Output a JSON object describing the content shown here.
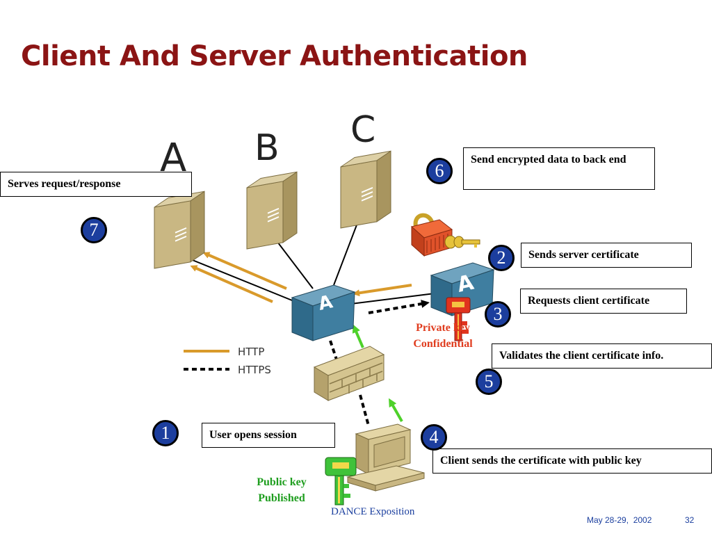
{
  "slide": {
    "title": "Client And Server Authentication",
    "footer_center": "DANCE Exposition",
    "footer_date": "May 28-29,  2002",
    "footer_page": "32"
  },
  "servers": {
    "a_label": "A",
    "b_label": "B",
    "c_label": "C"
  },
  "legend": {
    "http_label": "HTTP",
    "https_label": "HTTPS"
  },
  "keys": {
    "private_line1": "Private key",
    "private_line2": "Confidential",
    "public_line1": "Public key",
    "public_line2": "Published"
  },
  "steps": [
    {
      "number": "1",
      "text": "User opens session"
    },
    {
      "number": "2",
      "text": "Sends server certificate"
    },
    {
      "number": "3",
      "text": "Requests client certificate"
    },
    {
      "number": "4",
      "text": "Client sends the certificate with public key"
    },
    {
      "number": "5",
      "text": "Validates the client certificate info."
    },
    {
      "number": "6",
      "text": "Send encrypted data to back end"
    },
    {
      "number": "7",
      "text": "Serves request/response"
    }
  ],
  "colors": {
    "title": "#8b1414",
    "step_circle": "#1c3e9e",
    "http_line": "#d99a2b",
    "private_key_label": "#e03c1e",
    "public_key_label": "#1f9e1f",
    "server_tan": "#c9b783",
    "appliance_blue": "#3f7ea0",
    "footer_blue": "#1a3e9e"
  },
  "icons": [
    "server-icon",
    "load-balancer-icon",
    "firewall-icon",
    "client-computer-icon",
    "padlock-icon",
    "private-key-icon",
    "public-key-icon",
    "green-arrow-icon"
  ]
}
